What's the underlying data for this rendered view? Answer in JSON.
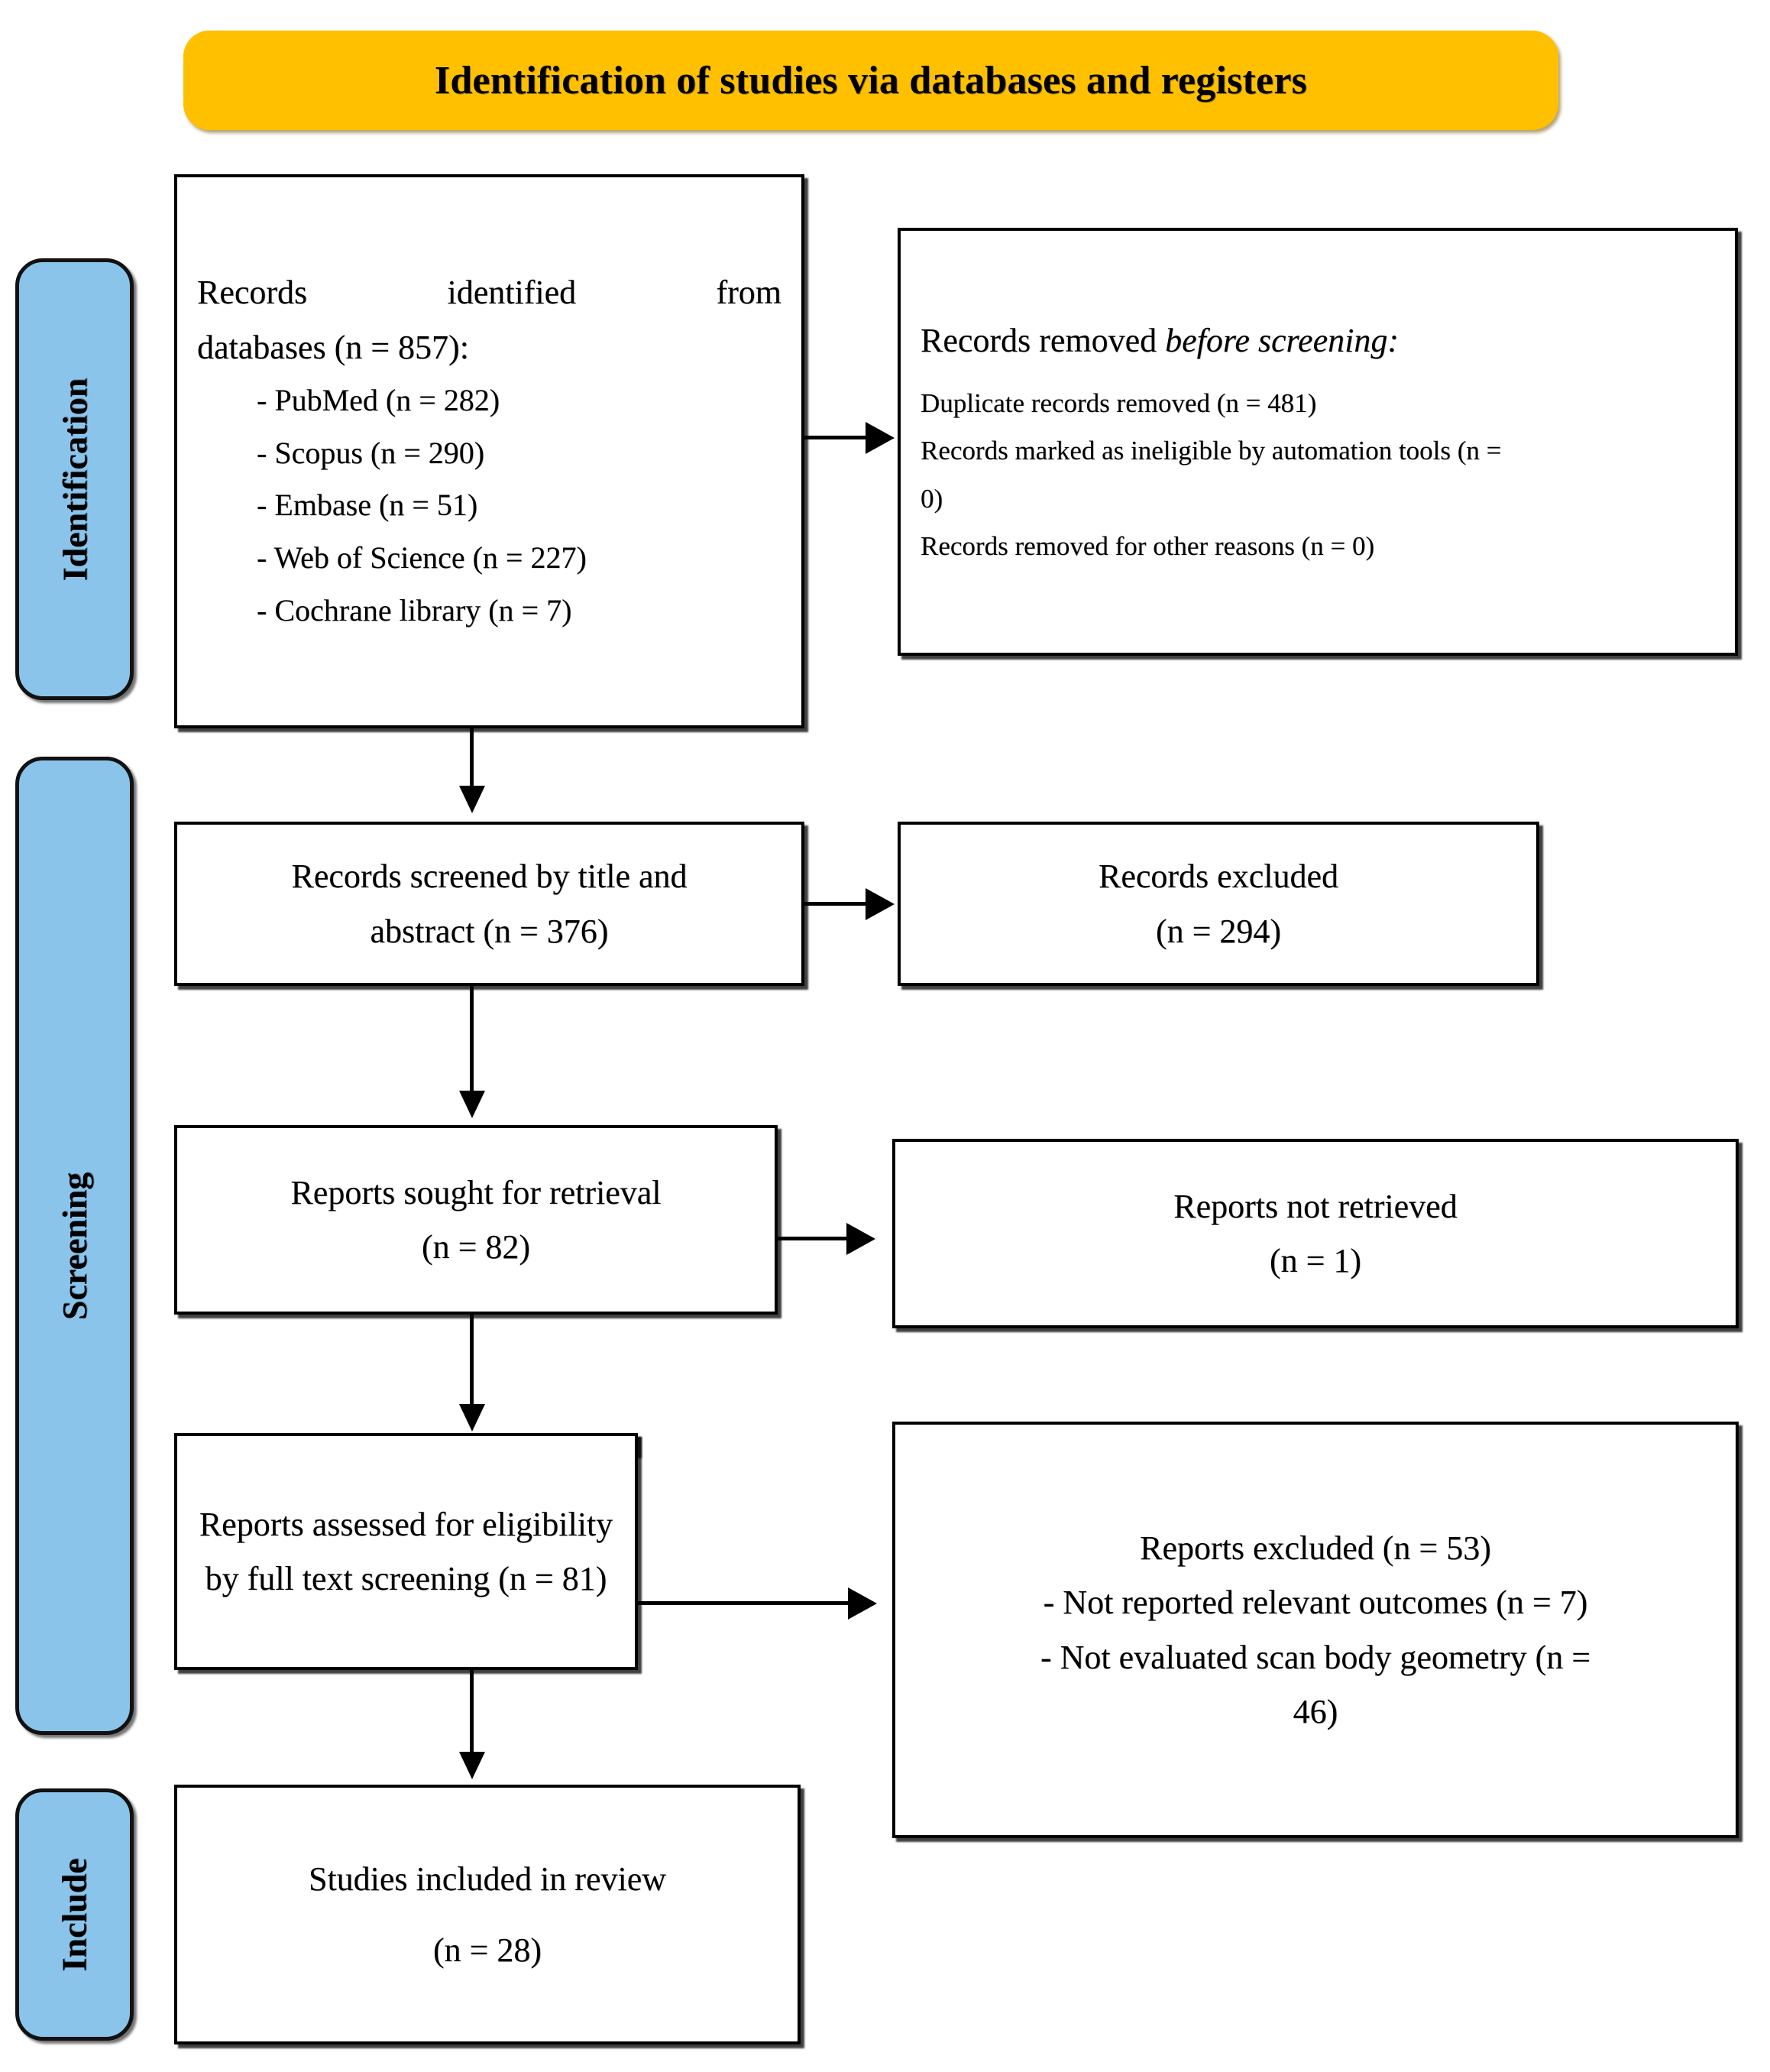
{
  "banner": {
    "title": "Identification of studies via databases and registers",
    "color": "#ffc000"
  },
  "phases": {
    "color": "#8ac4eb",
    "identification": "Identification",
    "screening": "Screening",
    "include": "Include"
  },
  "boxes": {
    "records_identified": {
      "line1": "Records",
      "line2": "identified",
      "line3": "from",
      "line4": "databases (n = 857):",
      "sources": [
        "- PubMed (n = 282)",
        "- Scopus (n = 290)",
        "- Embase (n = 51)",
        "- Web of Science (n = 227)",
        "- Cochrane library (n = 7)"
      ]
    },
    "records_removed": {
      "heading_plain": "Records removed ",
      "heading_italic": "before screening:",
      "items": [
        "Duplicate records removed (n = 481)",
        "Records marked as ineligible by automation tools (n =",
        "0)",
        "Records removed for other reasons (n = 0)"
      ]
    },
    "records_screened": {
      "line1": "Records screened by title and",
      "line2": "abstract (n = 376)"
    },
    "records_excluded": {
      "line1": "Records excluded",
      "line2": "(n = 294)"
    },
    "reports_sought": {
      "line1": "Reports sought for retrieval",
      "line2": "(n = 82)"
    },
    "reports_not_retrieved": {
      "line1": "Reports not retrieved",
      "line2": "(n = 1)"
    },
    "reports_assessed": {
      "line1": "Reports assessed for eligibility",
      "line2": "by full text screening (n = 81)"
    },
    "reports_excluded": {
      "line1": "Reports excluded (n = 53)",
      "line2": "- Not reported relevant outcomes (n = 7)",
      "line3": "- Not evaluated scan body geometry (n =",
      "line4": "46)"
    },
    "studies_included": {
      "line1": "Studies included in review",
      "line2": "(n = 28)"
    }
  }
}
